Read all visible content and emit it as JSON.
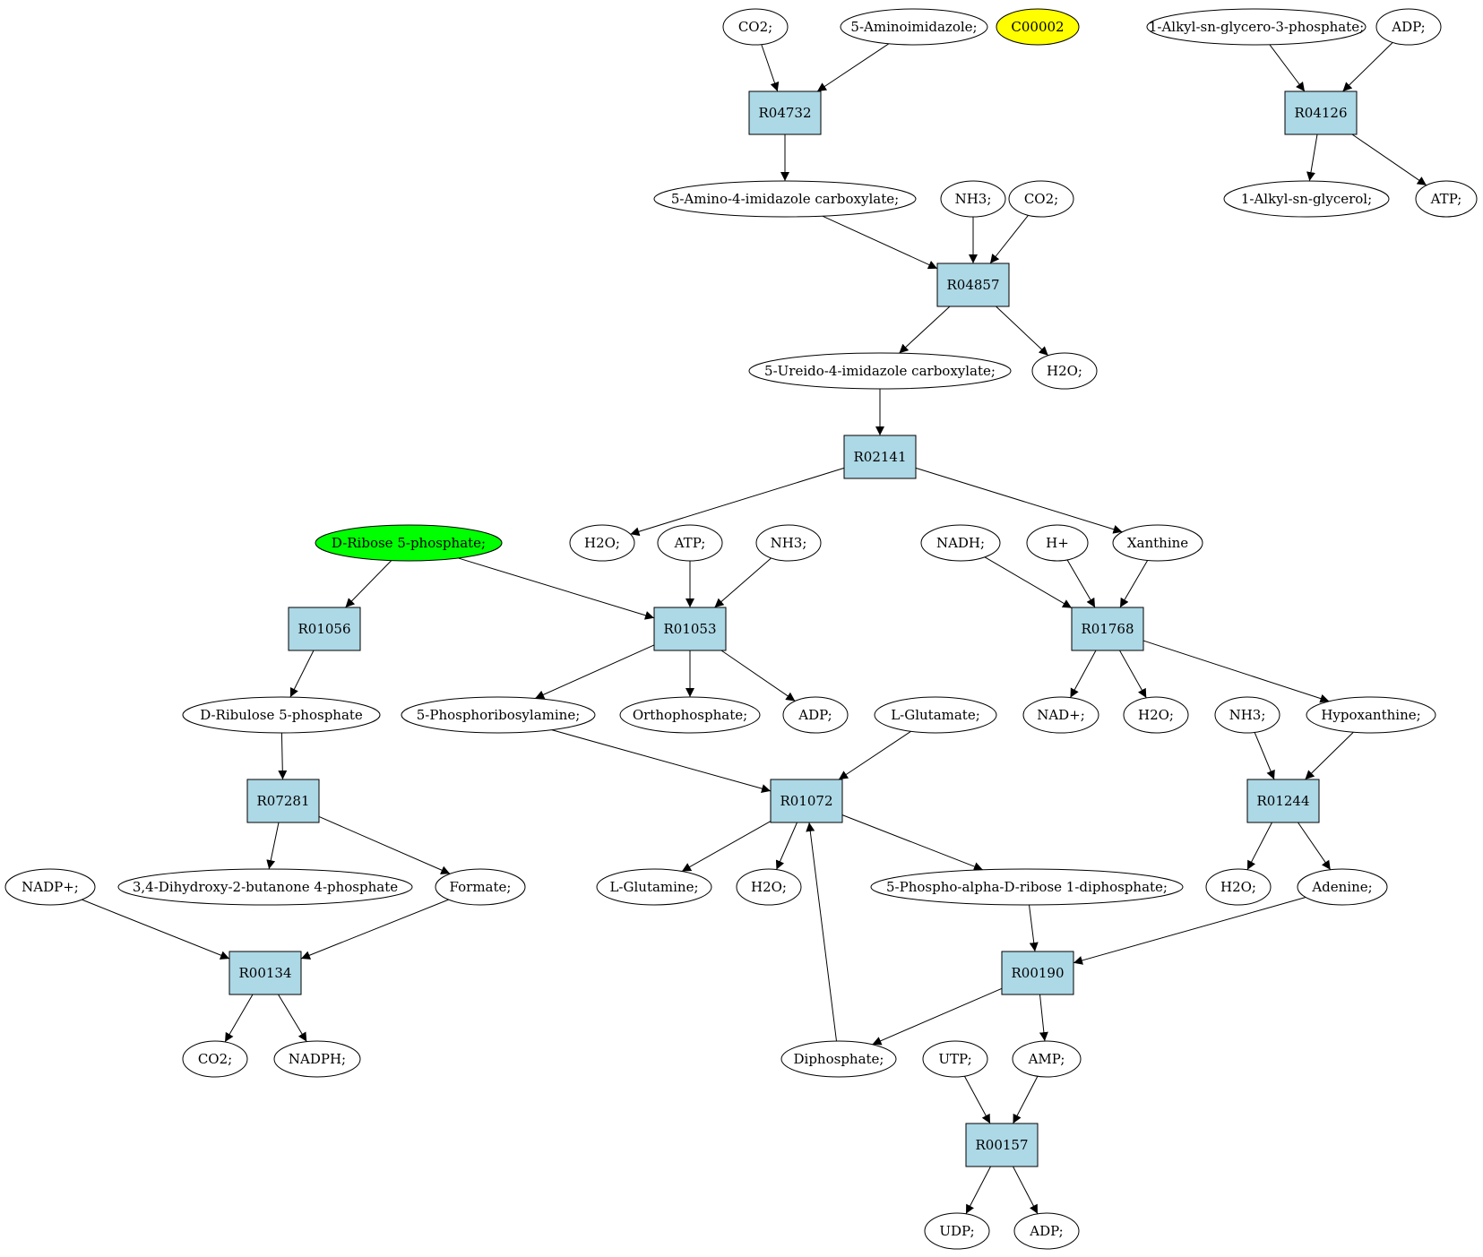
{
  "graph": {
    "colors": {
      "reaction_fill": "#add8e6",
      "compound_fill": "#ffffff",
      "highlight_start": "#00ff00",
      "highlight_target": "#ffff00",
      "stroke": "#000000"
    },
    "nodes": [
      {
        "id": "co2_a",
        "label": "CO2;",
        "kind": "compound"
      },
      {
        "id": "aminoimid",
        "label": "5-Aminoimidazole;",
        "kind": "compound"
      },
      {
        "id": "c00002",
        "label": "C00002",
        "kind": "compound",
        "fill": "#ffff00"
      },
      {
        "id": "alkylg3p",
        "label": "1-Alkyl-sn-glycero-3-phosphate;",
        "kind": "compound"
      },
      {
        "id": "adp_a",
        "label": "ADP;",
        "kind": "compound"
      },
      {
        "id": "r04732",
        "label": "R04732",
        "kind": "reaction"
      },
      {
        "id": "r04126",
        "label": "R04126",
        "kind": "reaction"
      },
      {
        "id": "aicarb",
        "label": "5-Amino-4-imidazole carboxylate;",
        "kind": "compound"
      },
      {
        "id": "nh3_a",
        "label": "NH3;",
        "kind": "compound"
      },
      {
        "id": "co2_b",
        "label": "CO2;",
        "kind": "compound"
      },
      {
        "id": "alkylglyc",
        "label": "1-Alkyl-sn-glycerol;",
        "kind": "compound"
      },
      {
        "id": "atp_a",
        "label": "ATP;",
        "kind": "compound"
      },
      {
        "id": "r04857",
        "label": "R04857",
        "kind": "reaction"
      },
      {
        "id": "ureido",
        "label": "5-Ureido-4-imidazole carboxylate;",
        "kind": "compound"
      },
      {
        "id": "h2o_a",
        "label": "H2O;",
        "kind": "compound"
      },
      {
        "id": "r02141",
        "label": "R02141",
        "kind": "reaction"
      },
      {
        "id": "ribose5p",
        "label": "D-Ribose 5-phosphate;",
        "kind": "compound",
        "fill": "#00ff00"
      },
      {
        "id": "h2o_b",
        "label": "H2O;",
        "kind": "compound"
      },
      {
        "id": "atp_b",
        "label": "ATP;",
        "kind": "compound"
      },
      {
        "id": "nh3_b",
        "label": "NH3;",
        "kind": "compound"
      },
      {
        "id": "nadh",
        "label": "NADH;",
        "kind": "compound"
      },
      {
        "id": "hplus",
        "label": "H+",
        "kind": "compound"
      },
      {
        "id": "xanthine",
        "label": "Xanthine",
        "kind": "compound"
      },
      {
        "id": "r01056",
        "label": "R01056",
        "kind": "reaction"
      },
      {
        "id": "r01053",
        "label": "R01053",
        "kind": "reaction"
      },
      {
        "id": "r01768",
        "label": "R01768",
        "kind": "reaction"
      },
      {
        "id": "ribulose5p",
        "label": "D-Ribulose 5-phosphate",
        "kind": "compound"
      },
      {
        "id": "prpamine",
        "label": "5-Phosphoribosylamine;",
        "kind": "compound"
      },
      {
        "id": "orthophos",
        "label": "Orthophosphate;",
        "kind": "compound"
      },
      {
        "id": "adp_b",
        "label": "ADP;",
        "kind": "compound"
      },
      {
        "id": "lglutamate",
        "label": "L-Glutamate;",
        "kind": "compound"
      },
      {
        "id": "nadplus",
        "label": "NAD+;",
        "kind": "compound"
      },
      {
        "id": "h2o_c",
        "label": "H2O;",
        "kind": "compound"
      },
      {
        "id": "nh3_c",
        "label": "NH3;",
        "kind": "compound"
      },
      {
        "id": "hypoxanthine",
        "label": "Hypoxanthine;",
        "kind": "compound"
      },
      {
        "id": "r07281",
        "label": "R07281",
        "kind": "reaction"
      },
      {
        "id": "r01072",
        "label": "R01072",
        "kind": "reaction"
      },
      {
        "id": "r01244",
        "label": "R01244",
        "kind": "reaction"
      },
      {
        "id": "nadpplus",
        "label": "NADP+;",
        "kind": "compound"
      },
      {
        "id": "dhbp",
        "label": "3,4-Dihydroxy-2-butanone 4-phosphate",
        "kind": "compound"
      },
      {
        "id": "formate",
        "label": "Formate;",
        "kind": "compound"
      },
      {
        "id": "lglutamine",
        "label": "L-Glutamine;",
        "kind": "compound"
      },
      {
        "id": "h2o_d",
        "label": "H2O;",
        "kind": "compound"
      },
      {
        "id": "prpp",
        "label": "5-Phospho-alpha-D-ribose 1-diphosphate;",
        "kind": "compound"
      },
      {
        "id": "h2o_e",
        "label": "H2O;",
        "kind": "compound"
      },
      {
        "id": "adenine",
        "label": "Adenine;",
        "kind": "compound"
      },
      {
        "id": "r00134",
        "label": "R00134",
        "kind": "reaction"
      },
      {
        "id": "r00190",
        "label": "R00190",
        "kind": "reaction"
      },
      {
        "id": "co2_c",
        "label": "CO2;",
        "kind": "compound"
      },
      {
        "id": "nadph",
        "label": "NADPH;",
        "kind": "compound"
      },
      {
        "id": "diphosphate",
        "label": "Diphosphate;",
        "kind": "compound"
      },
      {
        "id": "utp",
        "label": "UTP;",
        "kind": "compound"
      },
      {
        "id": "amp",
        "label": "AMP;",
        "kind": "compound"
      },
      {
        "id": "r00157",
        "label": "R00157",
        "kind": "reaction"
      },
      {
        "id": "udp",
        "label": "UDP;",
        "kind": "compound"
      },
      {
        "id": "adp_c",
        "label": "ADP;",
        "kind": "compound"
      }
    ],
    "edges": [
      [
        "co2_a",
        "r04732"
      ],
      [
        "aminoimid",
        "r04732"
      ],
      [
        "r04732",
        "aicarb"
      ],
      [
        "alkylg3p",
        "r04126"
      ],
      [
        "adp_a",
        "r04126"
      ],
      [
        "r04126",
        "alkylglyc"
      ],
      [
        "r04126",
        "atp_a"
      ],
      [
        "aicarb",
        "r04857"
      ],
      [
        "nh3_a",
        "r04857"
      ],
      [
        "co2_b",
        "r04857"
      ],
      [
        "r04857",
        "ureido"
      ],
      [
        "r04857",
        "h2o_a"
      ],
      [
        "ureido",
        "r02141"
      ],
      [
        "r02141",
        "h2o_b"
      ],
      [
        "r02141",
        "xanthine"
      ],
      [
        "ribose5p",
        "r01056"
      ],
      [
        "ribose5p",
        "r01053"
      ],
      [
        "atp_b",
        "r01053"
      ],
      [
        "nh3_b",
        "r01053"
      ],
      [
        "nadh",
        "r01768"
      ],
      [
        "hplus",
        "r01768"
      ],
      [
        "xanthine",
        "r01768"
      ],
      [
        "r01056",
        "ribulose5p"
      ],
      [
        "r01053",
        "prpamine"
      ],
      [
        "r01053",
        "orthophos"
      ],
      [
        "r01053",
        "adp_b"
      ],
      [
        "r01768",
        "nadplus"
      ],
      [
        "r01768",
        "h2o_c"
      ],
      [
        "r01768",
        "hypoxanthine"
      ],
      [
        "ribulose5p",
        "r07281"
      ],
      [
        "prpamine",
        "r01072"
      ],
      [
        "lglutamate",
        "r01072"
      ],
      [
        "diphosphate",
        "r01072"
      ],
      [
        "nh3_c",
        "r01244"
      ],
      [
        "hypoxanthine",
        "r01244"
      ],
      [
        "r07281",
        "dhbp"
      ],
      [
        "r07281",
        "formate"
      ],
      [
        "r01072",
        "lglutamine"
      ],
      [
        "r01072",
        "h2o_d"
      ],
      [
        "r01072",
        "prpp"
      ],
      [
        "r01244",
        "h2o_e"
      ],
      [
        "r01244",
        "adenine"
      ],
      [
        "nadpplus",
        "r00134"
      ],
      [
        "formate",
        "r00134"
      ],
      [
        "prpp",
        "r00190"
      ],
      [
        "adenine",
        "r00190"
      ],
      [
        "r00134",
        "co2_c"
      ],
      [
        "r00134",
        "nadph"
      ],
      [
        "r00190",
        "diphosphate"
      ],
      [
        "r00190",
        "amp"
      ],
      [
        "utp",
        "r00157"
      ],
      [
        "amp",
        "r00157"
      ],
      [
        "r00157",
        "udp"
      ],
      [
        "r00157",
        "adp_c"
      ]
    ]
  }
}
